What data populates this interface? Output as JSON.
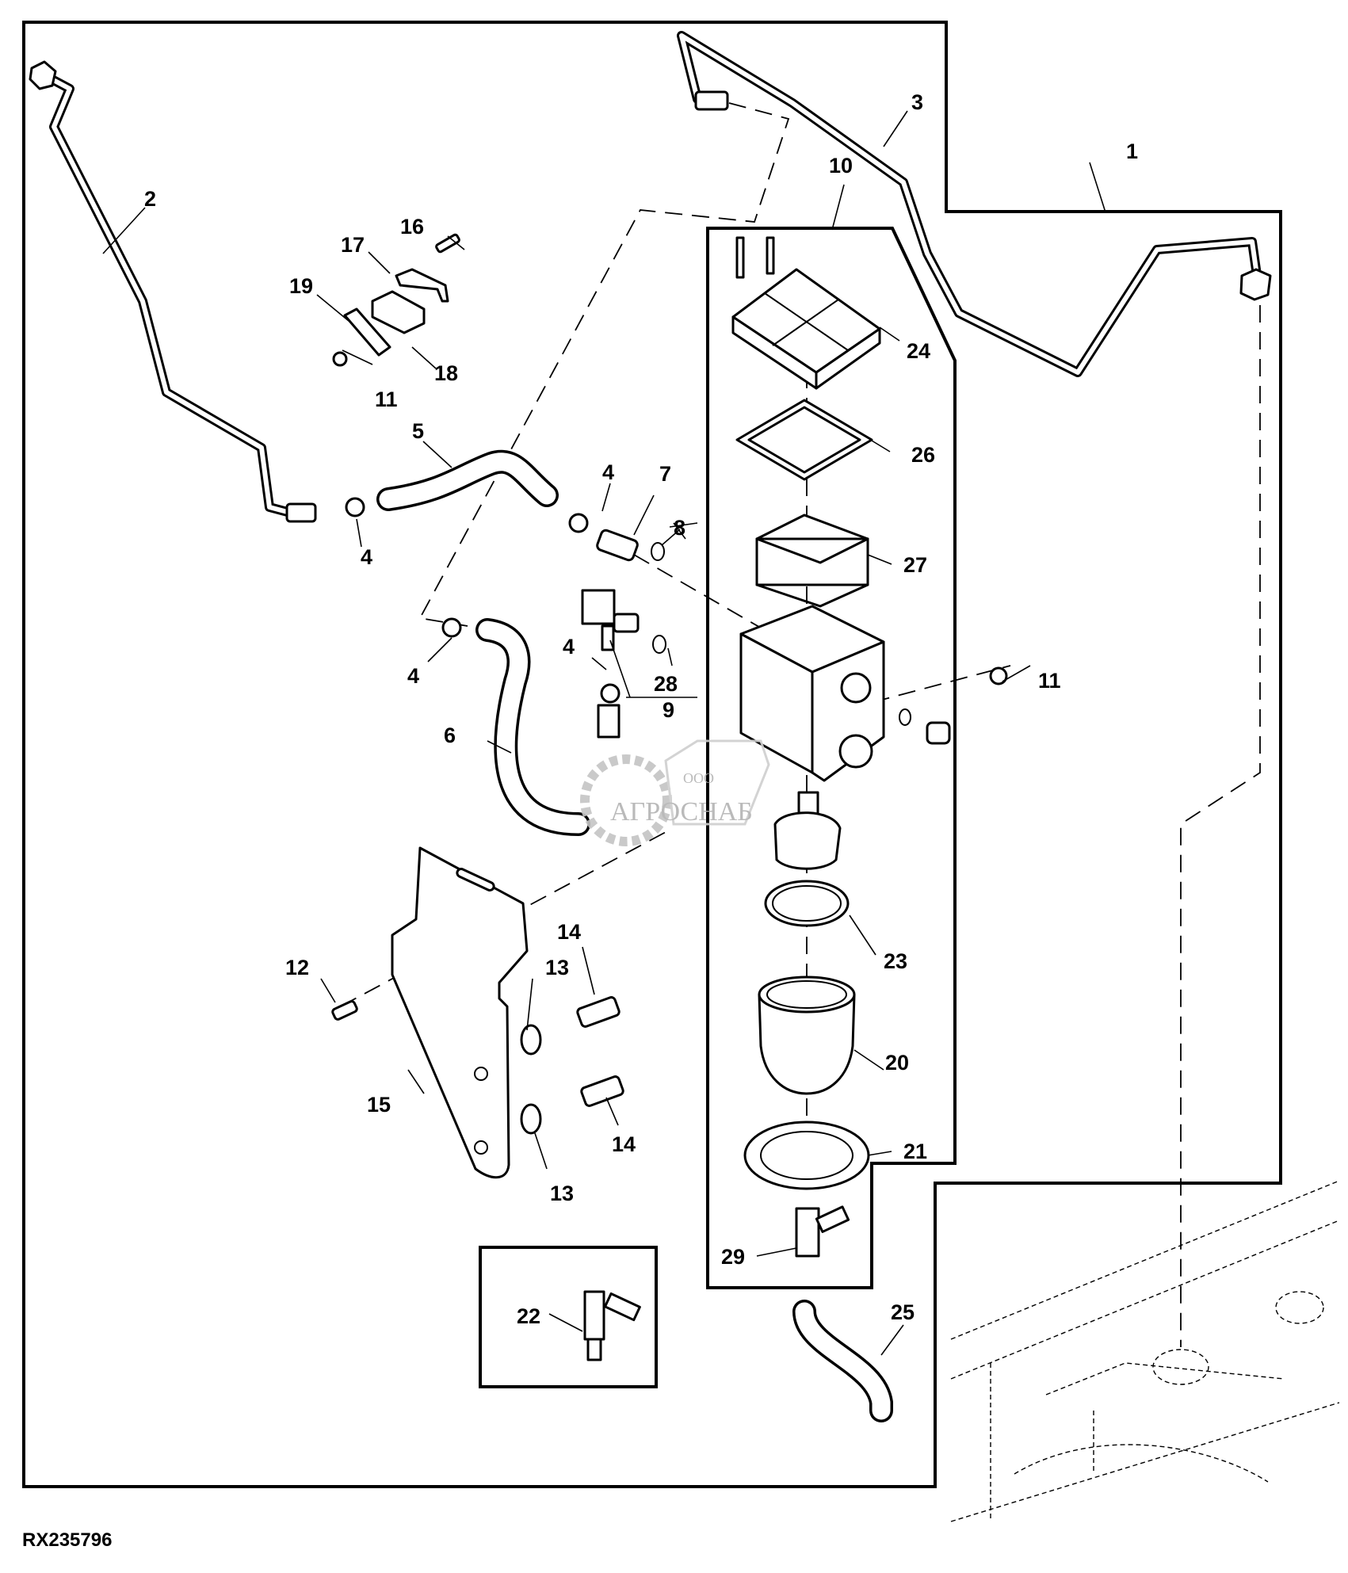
{
  "figure": {
    "id": "RX235796",
    "title": "Fuel filter / water separator assembly exploded view",
    "watermark": {
      "company_prefix": "ООО",
      "company_name": "АГРОСНАБ"
    }
  },
  "callouts": [
    {
      "key": "c1",
      "label": "1",
      "part": "fuel-line-assembly-frame"
    },
    {
      "key": "c2",
      "label": "2",
      "part": "fuel-pipe-left"
    },
    {
      "key": "c3",
      "label": "3",
      "part": "fuel-pipe-top"
    },
    {
      "key": "c4a",
      "label": "4",
      "part": "hose-clamp"
    },
    {
      "key": "c4b",
      "label": "4",
      "part": "hose-clamp"
    },
    {
      "key": "c4c",
      "label": "4",
      "part": "hose-clamp"
    },
    {
      "key": "c4d",
      "label": "4",
      "part": "hose-clamp"
    },
    {
      "key": "c5",
      "label": "5",
      "part": "hose"
    },
    {
      "key": "c6",
      "label": "6",
      "part": "hose"
    },
    {
      "key": "c7",
      "label": "7",
      "part": "fitting"
    },
    {
      "key": "c8",
      "label": "8",
      "part": "o-ring"
    },
    {
      "key": "c9",
      "label": "9",
      "part": "valve-fitting"
    },
    {
      "key": "c10",
      "label": "10",
      "part": "fuel-filter-assembly"
    },
    {
      "key": "c11a",
      "label": "11",
      "part": "nut"
    },
    {
      "key": "c11b",
      "label": "11",
      "part": "nut"
    },
    {
      "key": "c12",
      "label": "12",
      "part": "cap-screw"
    },
    {
      "key": "c13a",
      "label": "13",
      "part": "washer"
    },
    {
      "key": "c13b",
      "label": "13",
      "part": "washer"
    },
    {
      "key": "c14a",
      "label": "14",
      "part": "cap-screw"
    },
    {
      "key": "c14b",
      "label": "14",
      "part": "cap-screw"
    },
    {
      "key": "c15",
      "label": "15",
      "part": "bracket"
    },
    {
      "key": "c16",
      "label": "16",
      "part": "cap-screw"
    },
    {
      "key": "c17",
      "label": "17",
      "part": "clamp"
    },
    {
      "key": "c18",
      "label": "18",
      "part": "clamp-block"
    },
    {
      "key": "c19",
      "label": "19",
      "part": "plate"
    },
    {
      "key": "c20",
      "label": "20",
      "part": "bowl"
    },
    {
      "key": "c21",
      "label": "21",
      "part": "retaining-ring"
    },
    {
      "key": "c22",
      "label": "22",
      "part": "sensor"
    },
    {
      "key": "c23",
      "label": "23",
      "part": "o-ring"
    },
    {
      "key": "c24",
      "label": "24",
      "part": "filter-cover"
    },
    {
      "key": "c25",
      "label": "25",
      "part": "drain-hose"
    },
    {
      "key": "c26",
      "label": "26",
      "part": "gasket"
    },
    {
      "key": "c27",
      "label": "27",
      "part": "filter-element"
    },
    {
      "key": "c28",
      "label": "28",
      "part": "o-ring"
    },
    {
      "key": "c29",
      "label": "29",
      "part": "drain-valve-sensor"
    }
  ]
}
